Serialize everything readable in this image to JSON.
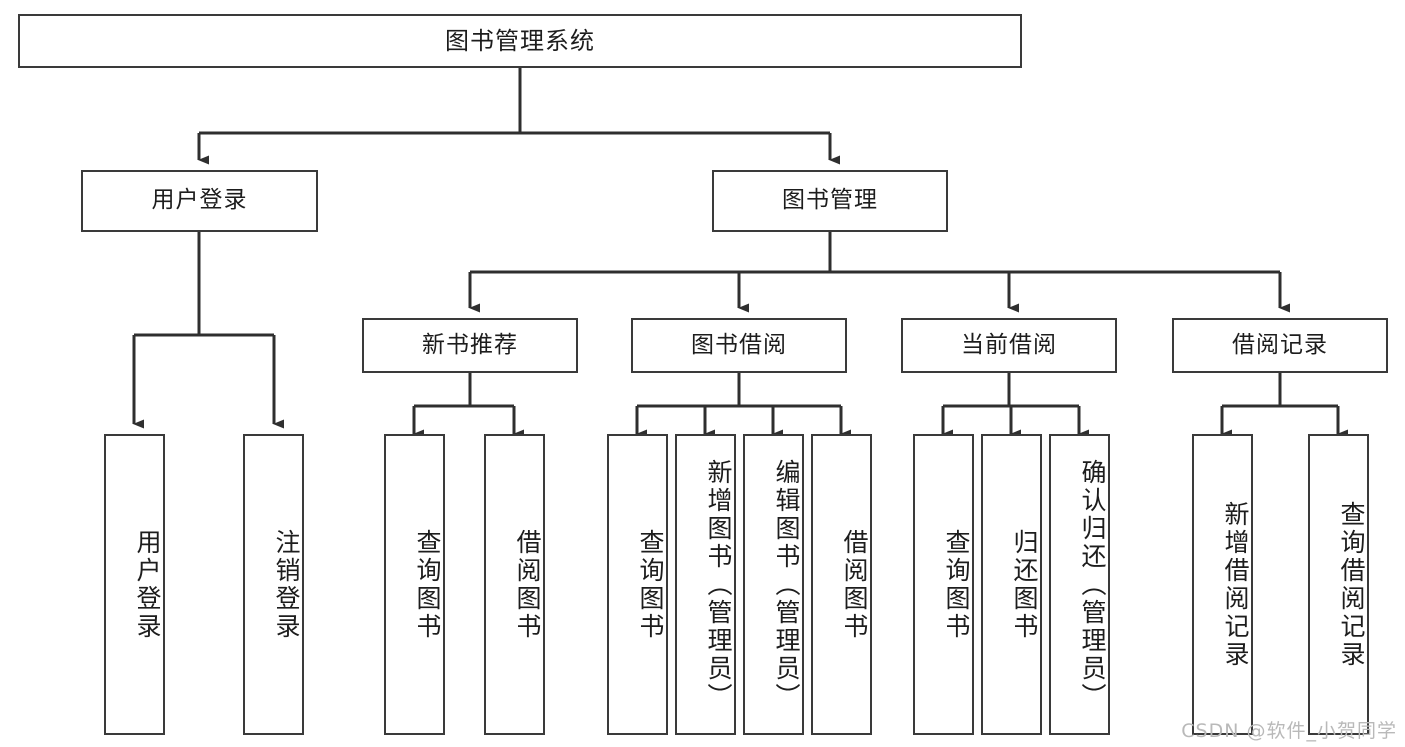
{
  "diagram": {
    "title": "图书管理系统",
    "type": "hierarchy-tree",
    "orientation": "top-down",
    "colors": {
      "box_border": "#3a3a3a",
      "box_fill": "#ffffff",
      "connector": "#2f2f2f",
      "text": "#1d1d1d",
      "watermark": "#b9b9b9",
      "background": "#ffffff"
    }
  },
  "root": {
    "label": "图书管理系统"
  },
  "level2": [
    {
      "label": "用户登录"
    },
    {
      "label": "图书管理"
    }
  ],
  "level3": [
    {
      "label": "新书推荐"
    },
    {
      "label": "图书借阅"
    },
    {
      "label": "当前借阅"
    },
    {
      "label": "借阅记录"
    }
  ],
  "leaves": {
    "user_login": [
      {
        "label": "用户登录"
      },
      {
        "label": "注销登录"
      }
    ],
    "new_book_recommend": [
      {
        "label": "查询图书"
      },
      {
        "label": "借阅图书"
      }
    ],
    "book_borrow": [
      {
        "label": "查询图书"
      },
      {
        "label": "新增图书（管理员）"
      },
      {
        "label": "编辑图书（管理员）"
      },
      {
        "label": "借阅图书"
      }
    ],
    "current_borrow": [
      {
        "label": "查询图书"
      },
      {
        "label": "归还图书"
      },
      {
        "label": "确认归还（管理员）"
      }
    ],
    "borrow_record": [
      {
        "label": "新增借阅记录"
      },
      {
        "label": "查询借阅记录"
      }
    ]
  },
  "watermark": {
    "text": "CSDN @软件_小贺同学"
  }
}
